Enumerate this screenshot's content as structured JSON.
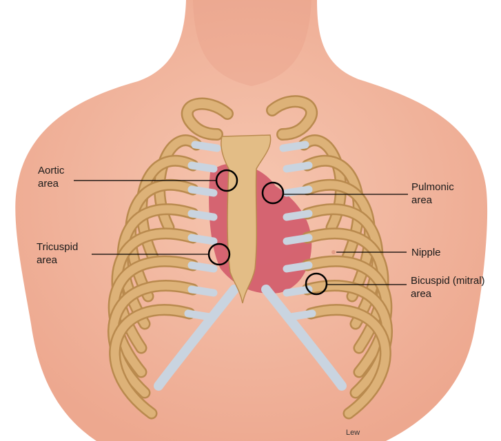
{
  "labels": {
    "aortic": [
      "Aortic",
      "area"
    ],
    "pulmonic": [
      "Pulmonic",
      "area"
    ],
    "tricuspid": [
      "Tricuspid",
      "area"
    ],
    "nipple": [
      "Nipple"
    ],
    "bicuspid": [
      "Bicuspid (mitral)",
      "area"
    ]
  },
  "credit": "Lew",
  "colors": {
    "skin": "#f2b7a0",
    "skin_shadow": "#e39d86",
    "rib": "#ddb278",
    "rib_edge": "#b98a4e",
    "cartilage": "#c9d4e0",
    "heart": "#d25a6a",
    "sternum": "#e3bd86",
    "line": "#000000"
  }
}
